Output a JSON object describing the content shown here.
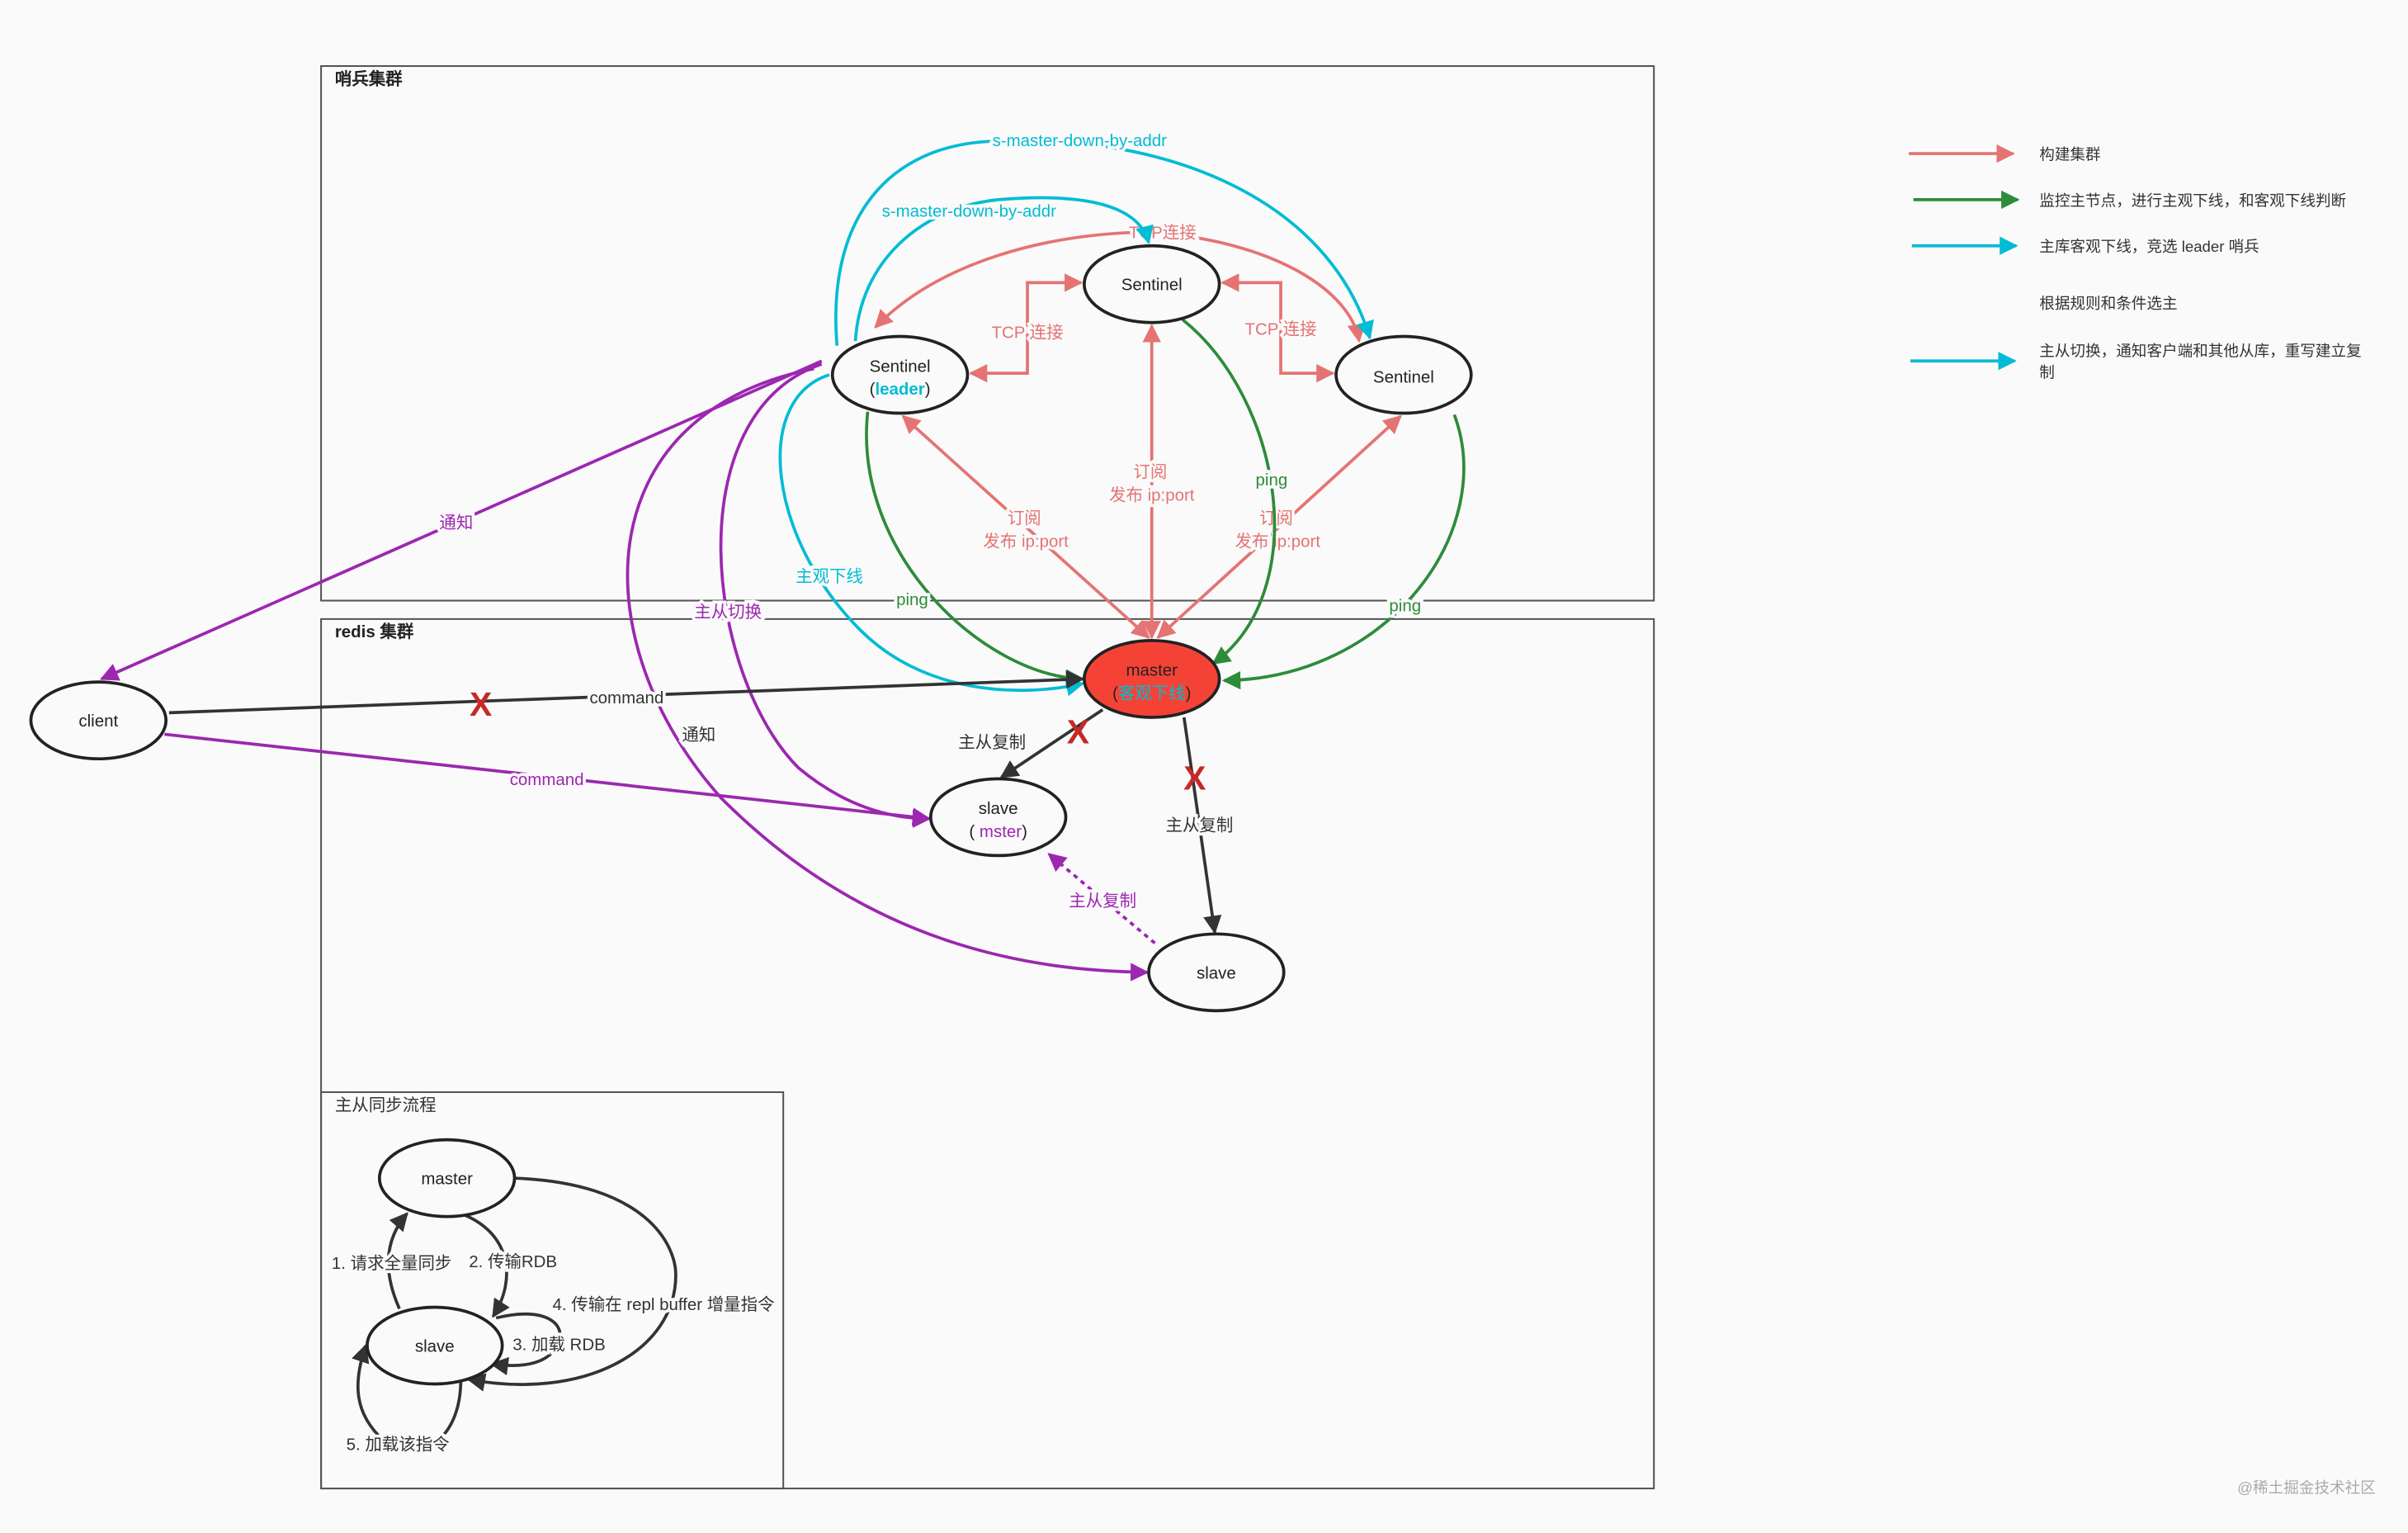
{
  "colors": {
    "build": "#e57373",
    "monitor": "#2e8b3a",
    "elect": "#00bcd4",
    "notify": "#9c27b0",
    "master_fill": "#f44336"
  },
  "groups": {
    "sentinel_cluster": "哨兵集群",
    "redis_cluster": "redis 集群",
    "sync_flow": "主从同步流程"
  },
  "nodes": {
    "sentinel_top": "Sentinel",
    "sentinel_leader": "Sentinel",
    "leader_tag": "leader",
    "sentinel_right": "Sentinel",
    "master": "master",
    "master_status": "客观下线",
    "client": "client",
    "slave_new": "slave",
    "slave_new_tag": "mster",
    "slave": "slave",
    "sync_master": "master",
    "sync_slave": "slave"
  },
  "edges": {
    "tcp_arc": "TCP连接",
    "tcp_left": "TCP 连接",
    "tcp_right": "TCP 连接",
    "sub1": "订阅",
    "pub1": "发布 ip:port",
    "sub2": "订阅",
    "pub2": "发布 ip:port",
    "sub3": "订阅",
    "pub3": "发布 ip:port",
    "ping1": "ping",
    "ping2": "ping",
    "ping3": "ping",
    "smdba_outer": "s-master-down-by-addr",
    "smdba_inner": "s-master-down-by-addr",
    "subjective_down": "主观下线",
    "notify_client": "通知",
    "failover": "主从切换",
    "notify_slave": "通知",
    "command_master": "command",
    "command_slave": "command",
    "repl1": "主从复制",
    "repl2": "主从复制",
    "repl_new": "主从复制",
    "x_mark": "X"
  },
  "sync_steps": [
    "1. 请求全量同步",
    "2. 传输RDB",
    "3. 加载 RDB",
    "4. 传输在 repl buffer 增量指令",
    "5. 加载该指令"
  ],
  "legend": [
    {
      "color": "#e57373",
      "label": "构建集群"
    },
    {
      "color": "#2e8b3a",
      "label": "监控主节点，进行主观下线，和客观下线判断"
    },
    {
      "color": "#00bcd4",
      "label": "主库客观下线，竞选 leader 哨兵"
    },
    {
      "color": "",
      "label": "根据规则和条件选主"
    },
    {
      "color": "#00bcd4",
      "label": "主从切换，通知客户端和其他从库，重写建立复",
      "label2": "制"
    }
  ],
  "watermark": "@稀土掘金技术社区"
}
